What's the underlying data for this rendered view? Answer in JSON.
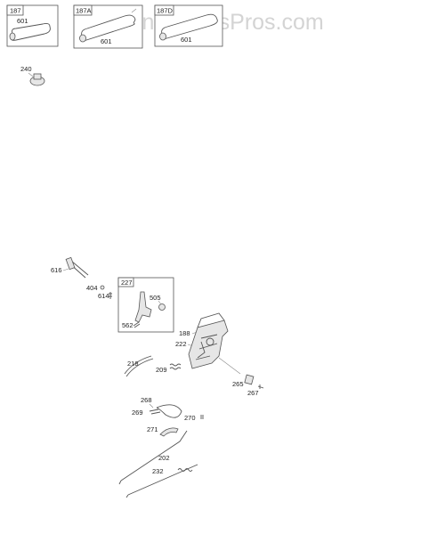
{
  "watermark": "AppliancePartsPros.com",
  "boxes": {
    "b187": "187",
    "b187a": "187A",
    "b187d": "187D",
    "b227": "227"
  },
  "labels": {
    "p601a": "601",
    "p601b": "601",
    "p601c": "601",
    "p240": "240",
    "p616": "616",
    "p404": "404",
    "p614": "614",
    "p505": "505",
    "p562": "562",
    "p188": "188",
    "p222": "222",
    "p218": "218",
    "p209": "209",
    "p265": "265",
    "p267": "267",
    "p268": "268",
    "p269": "269",
    "p270": "270",
    "p271": "271",
    "p202": "202",
    "p232": "232"
  }
}
